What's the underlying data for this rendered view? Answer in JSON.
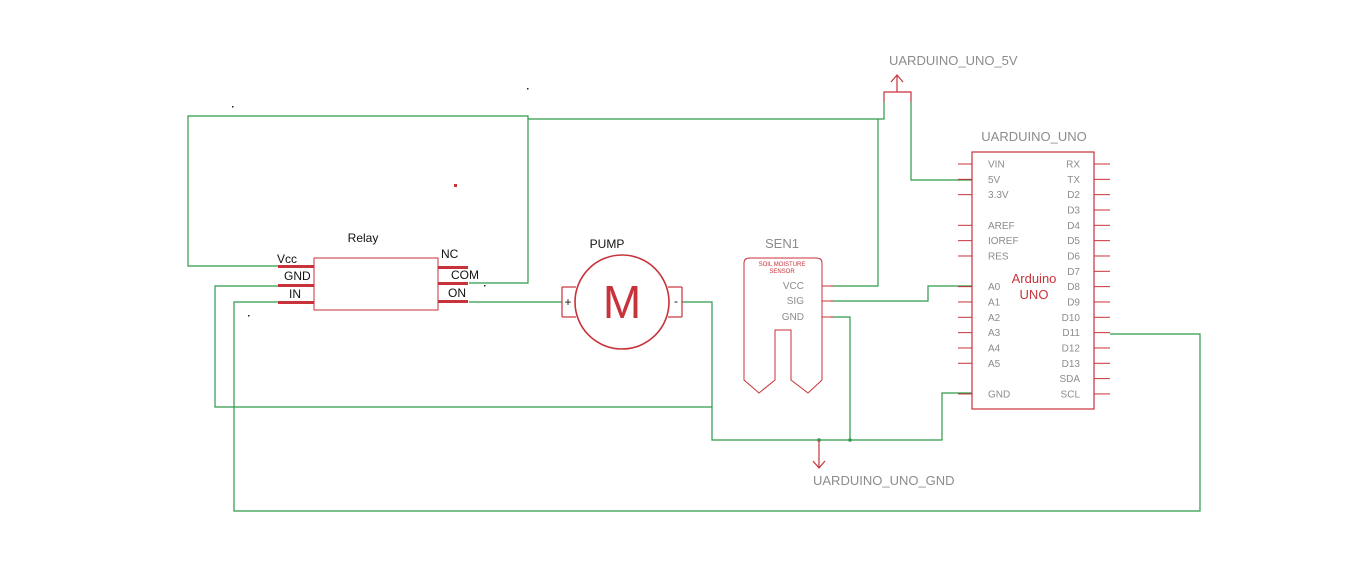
{
  "relay": {
    "title": "Relay",
    "pins_left": [
      "Vcc",
      "GND",
      "IN"
    ],
    "pins_right": [
      "NC",
      "COM",
      "ON"
    ]
  },
  "pump": {
    "title": "PUMP",
    "symbol": "M",
    "plus": "+",
    "minus": "-"
  },
  "sensor": {
    "ref": "SEN1",
    "label_line1": "SOIL MOISTURE",
    "label_line2": "SENSOR",
    "pins": [
      "VCC",
      "SIG",
      "GND"
    ]
  },
  "arduino": {
    "ref": "UARDUINO_UNO",
    "body_line1": "Arduino",
    "body_line2": "UNO",
    "left_pins": [
      "VIN",
      "5V",
      "3.3V",
      "",
      "AREF",
      "IOREF",
      "RES",
      "",
      "A0",
      "A1",
      "A2",
      "A3",
      "A4",
      "A5",
      "",
      "GND"
    ],
    "right_pins": [
      "RX",
      "TX",
      "D2",
      "D3",
      "D4",
      "D5",
      "D6",
      "D7",
      "D8",
      "D9",
      "D10",
      "D11",
      "D12",
      "D13",
      "SDA",
      "SCL"
    ]
  },
  "power": {
    "vcc_label": "UARDUINO_UNO_5V",
    "gnd_label": "UARDUINO_UNO_GND"
  },
  "colors": {
    "wire": "#2e9a4a",
    "component": "#c8323a",
    "pin_text": "#8c8c8c"
  }
}
